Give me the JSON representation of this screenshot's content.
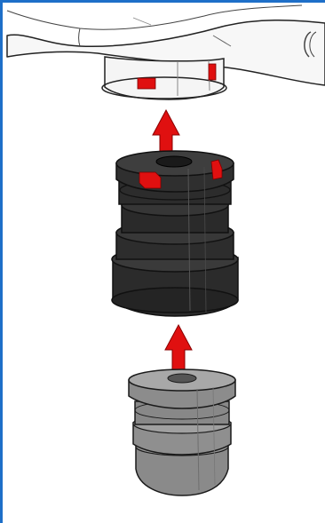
{
  "figure": {
    "kind": "assembly-illustration",
    "frame_color": "#1e6fc8",
    "arrow_color": "#e01010",
    "parts": [
      {
        "name": "mounting-bracket",
        "color": "#f7f7f7"
      },
      {
        "name": "upper-bushing",
        "color": "#2b2b2b",
        "tab_color": "#e01010"
      },
      {
        "name": "lower-bushing",
        "color": "#8a8a8a"
      }
    ],
    "arrows": [
      {
        "name": "arrow-upper",
        "direction": "up"
      },
      {
        "name": "arrow-lower",
        "direction": "up"
      }
    ]
  }
}
